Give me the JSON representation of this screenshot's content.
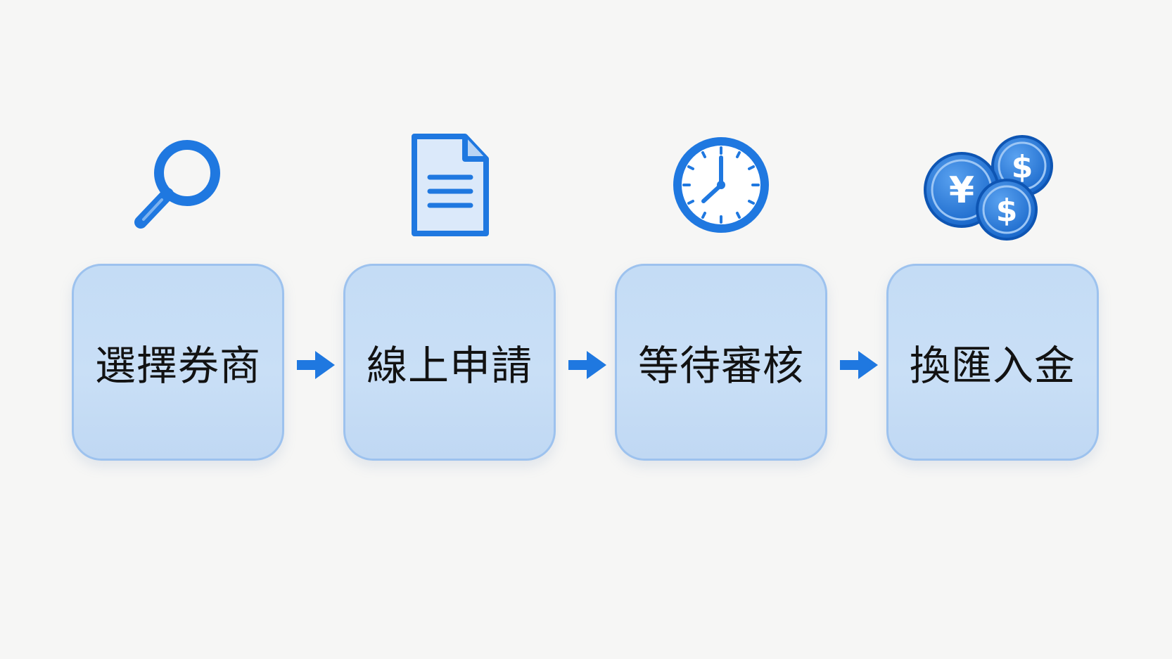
{
  "colors": {
    "accent": "#1f78e0",
    "card_fill": "#c6ddf5",
    "card_border": "#9dc2ee",
    "background": "#f6f6f5",
    "label_text": "#121212"
  },
  "steps": [
    {
      "icon": "search-icon",
      "label": "選擇券商"
    },
    {
      "icon": "document-icon",
      "label": "線上申請"
    },
    {
      "icon": "clock-icon",
      "label": "等待審核"
    },
    {
      "icon": "coins-icon",
      "label": "換匯入金"
    }
  ],
  "coins": {
    "yen_symbol": "¥",
    "dollar_symbol": "$"
  }
}
